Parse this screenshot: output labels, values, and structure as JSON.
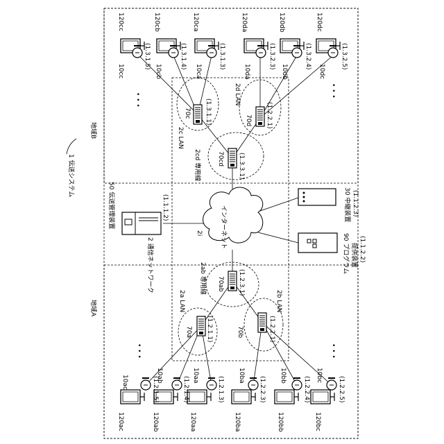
{
  "system_label": "1 伝送システム",
  "region_a_label": "地域A",
  "region_b_label": "地域B",
  "comm_network_label": "2 通信ネットワーク",
  "mgmt_device_label": "50 伝送管理装置",
  "mgmt_device_addr": "(1.1.1.2)",
  "internet_label": "インターネット",
  "internet_ref": "2i",
  "relay_device_label": "30 中継装置",
  "relay_device_addr": "(1.1.2.3)",
  "program_device_label1": "90 プログラム",
  "program_device_label2": "提供装置",
  "program_device_addr": "(1.1.2.2)",
  "lan_a_label": "2a LAN",
  "lan_b_label": "2b LAN",
  "lan_c_label": "2c LAN",
  "lan_d_label": "2d LAN",
  "line_ab_label": "2ab 専用線",
  "line_cd_label": "2cd 専用線",
  "router_70a": "70a",
  "router_70a_addr": "(1.2.1.1)",
  "router_70b": "70b",
  "router_70b_addr": "(1.2.2.1)",
  "router_70ab": "70ab",
  "router_70ab_addr": "(1.2.3.1)",
  "router_70c": "70c",
  "router_70c_addr": "(1.3.1.1)",
  "router_70d": "70d",
  "router_70d_addr": "(1.2.2.1)",
  "router_70cd": "70cd",
  "router_70cd_addr": "(1.3.3.1)",
  "terminal_10aa": "10aa",
  "terminal_10aa_addr": "(1.2.1.3)",
  "terminal_10ab": "10ab",
  "terminal_10ab_addr": "(1.2.1.4)",
  "terminal_10ac": "10ac",
  "terminal_10ac_addr": "(1.2.1.5)",
  "terminal_10ba": "10ba",
  "terminal_10ba_addr": "(1.2.2.3)",
  "terminal_10bb": "10bb",
  "terminal_10bb_addr": "(1.2.2.4)",
  "terminal_10bc": "10bc",
  "terminal_10bc_addr": "(1.2.2.5)",
  "terminal_10ca": "10ca",
  "terminal_10ca_addr": "(1.3.1.3)",
  "terminal_10cb": "10cb",
  "terminal_10cb_addr": "(1.3.1.4)",
  "terminal_10cc": "10cc",
  "terminal_10cc_addr": "(1.3.1.5)",
  "terminal_10da": "10da",
  "terminal_10da_addr": "(1.3.2.3)",
  "terminal_10db": "10db",
  "terminal_10db_addr": "(1.3.2.4)",
  "terminal_10dc": "10dc",
  "terminal_10dc_addr": "(1.3.2.5)",
  "display_120aa": "120aa",
  "display_120ab": "120ab",
  "display_120ac": "120ac",
  "display_120ba": "120ba",
  "display_120bb": "120bb",
  "display_120bc": "120bc",
  "display_120ca": "120ca",
  "display_120cb": "120cb",
  "display_120cc": "120cc",
  "display_120da": "120da",
  "display_120db": "120db",
  "display_120dc": "120dc",
  "ellipsis": "• • •"
}
